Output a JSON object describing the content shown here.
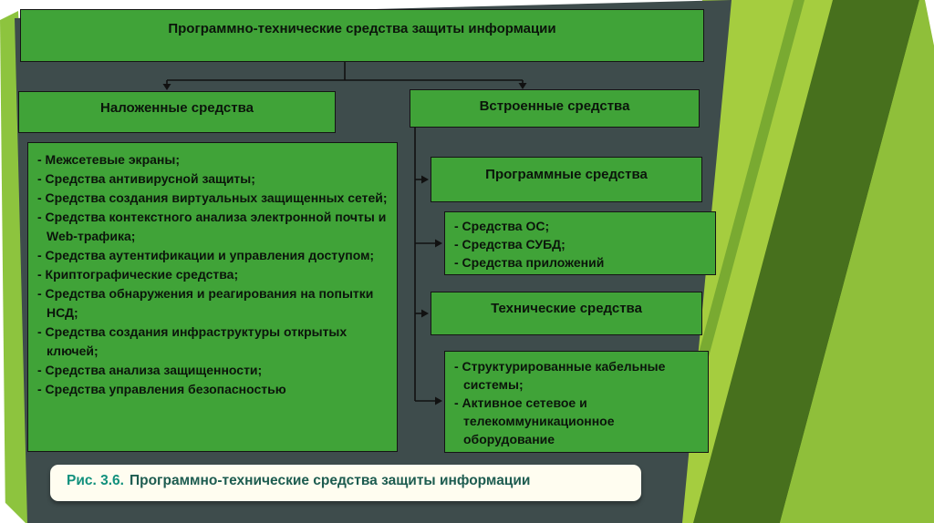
{
  "colors": {
    "panel_bg": "#3e4c4c",
    "box_green": "#40a338",
    "stripe_light": "#a5cd3f",
    "stripe_dark": "#47701d",
    "stripe_medium": "#8fbf3a",
    "left_sliver": "#8dc43e",
    "caption_bg": "#fffdf0",
    "caption_label_color": "#12917d",
    "caption_text_color": "#1d5c50",
    "box_text_color": "#0b150b"
  },
  "diagram": {
    "root": "Программно-технические средства защиты информации",
    "overlay": {
      "title": "Наложенные средства",
      "items": [
        "- Межсетевые экраны;",
        "- Средства антивирусной защиты;",
        "- Средства создания виртуальных защищенных сетей;",
        "- Средства контекстного анализа электронной почты и Web-трафика;",
        "- Средства аутентификации и управления доступом;",
        "- Криптографические средства;",
        "- Средства обнаружения и реагирования на попытки НСД;",
        "- Средства создания инфраструктуры открытых ключей;",
        "- Средства анализа защищенности;",
        "- Средства управления безопасностью"
      ]
    },
    "builtin": {
      "title": "Встроенные средства",
      "software": {
        "title": "Программные средства",
        "items": [
          "- Средства ОС;",
          "- Средства СУБД;",
          "- Средства приложений"
        ]
      },
      "technical": {
        "title": "Технические средства",
        "items": [
          "- Структурированные кабельные системы;",
          "- Активное сетевое и телекоммуникационное оборудование"
        ]
      }
    }
  },
  "caption": {
    "label": "Рис. 3.6.",
    "text": "Программно-технические средства защиты информации"
  }
}
